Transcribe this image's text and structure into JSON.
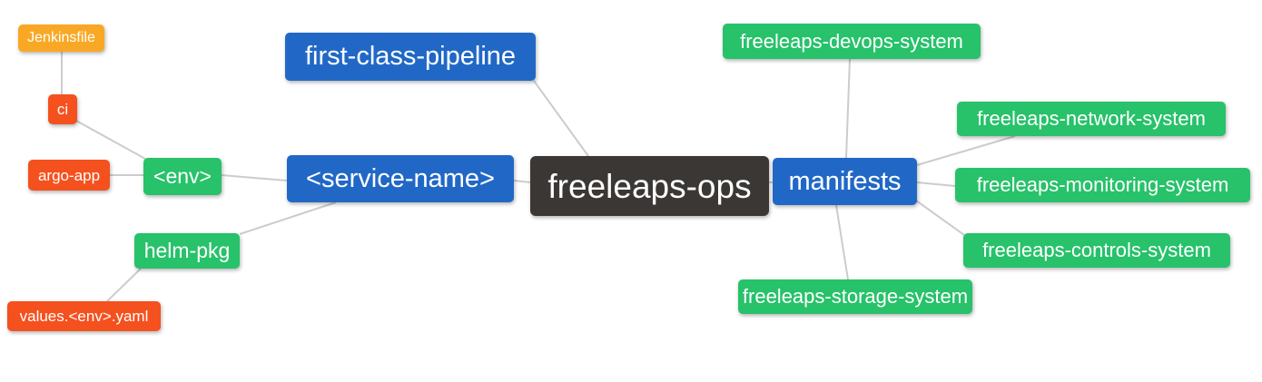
{
  "palette": {
    "root_bg": "#3b3735",
    "branch_bg": "#2168c6",
    "leaf_green_bg": "#27c26a",
    "leaf_red_bg": "#f4511e",
    "leaf_orange_bg": "#f9a825",
    "edge": "#cccccc",
    "text": "#ffffff",
    "canvas_bg": "#ffffff"
  },
  "nodes": {
    "freeleaps_ops": {
      "label": "freeleaps-ops",
      "color_role": "root_bg"
    },
    "first_class_pipeline": {
      "label": "first-class-pipeline",
      "color_role": "branch_bg"
    },
    "service_name": {
      "label": "<service-name>",
      "color_role": "branch_bg"
    },
    "manifests": {
      "label": "manifests",
      "color_role": "branch_bg"
    },
    "env": {
      "label": "<env>",
      "color_role": "leaf_green_bg"
    },
    "helm_pkg": {
      "label": "helm-pkg",
      "color_role": "leaf_green_bg"
    },
    "argo_app": {
      "label": "argo-app",
      "color_role": "leaf_red_bg"
    },
    "ci": {
      "label": "ci",
      "color_role": "leaf_red_bg"
    },
    "jenkinsfile": {
      "label": "Jenkinsfile",
      "color_role": "leaf_orange_bg"
    },
    "values_env_yaml": {
      "label": "values.<env>.yaml",
      "color_role": "leaf_red_bg"
    },
    "devops_system": {
      "label": "freeleaps-devops-system",
      "color_role": "leaf_green_bg"
    },
    "network_system": {
      "label": "freeleaps-network-system",
      "color_role": "leaf_green_bg"
    },
    "monitoring_system": {
      "label": "freeleaps-monitoring-system",
      "color_role": "leaf_green_bg"
    },
    "controls_system": {
      "label": "freeleaps-controls-system",
      "color_role": "leaf_green_bg"
    },
    "storage_system": {
      "label": "freeleaps-storage-system",
      "color_role": "leaf_green_bg"
    }
  },
  "edges": [
    {
      "from": "jenkinsfile",
      "to": "ci"
    },
    {
      "from": "ci",
      "to": "env"
    },
    {
      "from": "argo_app",
      "to": "env"
    },
    {
      "from": "env",
      "to": "service_name"
    },
    {
      "from": "helm_pkg",
      "to": "service_name"
    },
    {
      "from": "values_env_yaml",
      "to": "helm_pkg"
    },
    {
      "from": "first_class_pipeline",
      "to": "freeleaps_ops"
    },
    {
      "from": "service_name",
      "to": "freeleaps_ops"
    },
    {
      "from": "freeleaps_ops",
      "to": "manifests"
    },
    {
      "from": "manifests",
      "to": "devops_system"
    },
    {
      "from": "manifests",
      "to": "network_system"
    },
    {
      "from": "manifests",
      "to": "monitoring_system"
    },
    {
      "from": "manifests",
      "to": "controls_system"
    },
    {
      "from": "manifests",
      "to": "storage_system"
    }
  ]
}
